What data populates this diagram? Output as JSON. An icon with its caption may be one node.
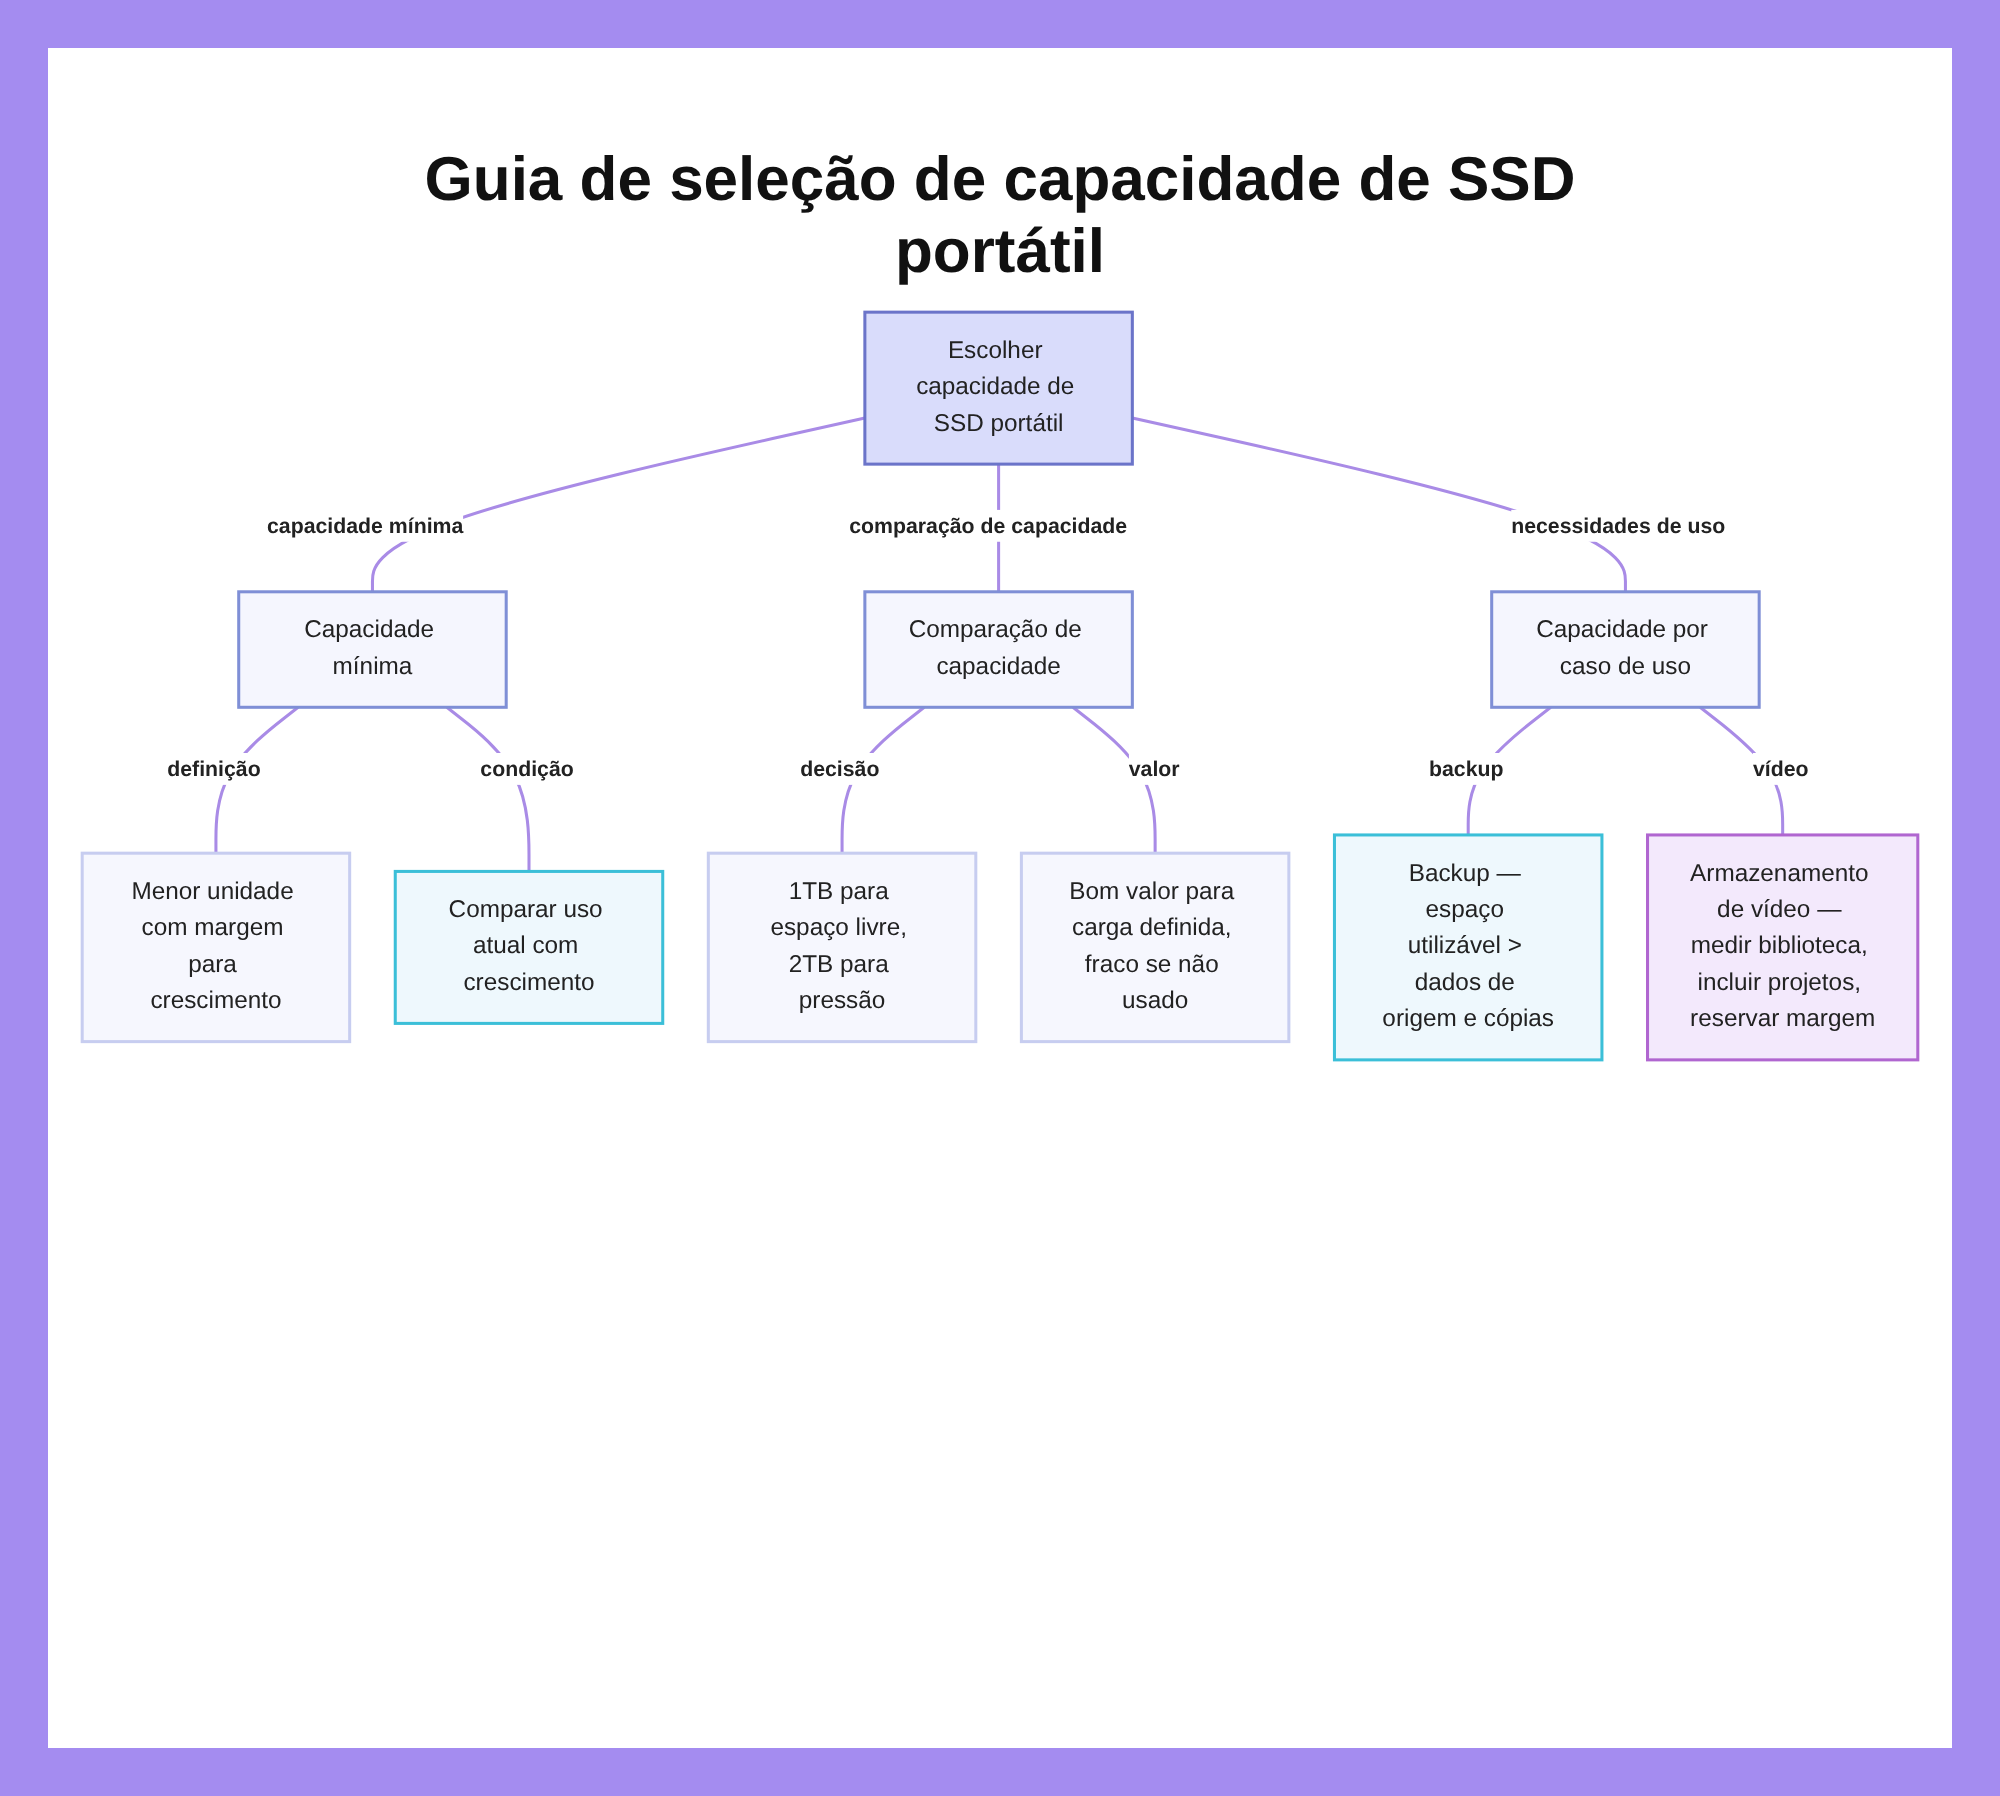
{
  "diagram": {
    "title": "Guia de seleção de capacidade de SSD portátil",
    "nodes": [
      {
        "text": [
          "Escolher capacidade de SSD portátil"
        ]
      },
      {
        "text": [
          "Capacidade mínima"
        ]
      },
      {
        "text": [
          "Comparação de capacidade"
        ]
      },
      {
        "text": [
          "Capacidade por caso de uso"
        ]
      },
      {
        "text": [
          "Menor unidade com margem para crescimento"
        ]
      },
      {
        "text": [
          "Comparar uso atual com crescimento"
        ]
      },
      {
        "text": [
          "1TB para espaço livre, 2TB para pressão"
        ]
      },
      {
        "text": [
          "Bom valor para carga definida, fraco se não usado"
        ]
      },
      {
        "text": [
          "Backup — espaço utilizável > dados de origem e cópias"
        ]
      },
      {
        "text": [
          "Armazenamento de vídeo — medir biblioteca, incluir projetos, reservar margem"
        ]
      }
    ],
    "edges": [
      {
        "from": 0,
        "to": 1,
        "arrow": "none",
        "label": "capacidade mínima"
      },
      {
        "from": 0,
        "to": 2,
        "arrow": "none",
        "label": "comparação de capacidade"
      },
      {
        "from": 0,
        "to": 3,
        "arrow": "none",
        "label": "necessidades de uso"
      },
      {
        "from": 1,
        "to": 4,
        "arrow": "none",
        "label": "definição"
      },
      {
        "from": 1,
        "to": 5,
        "arrow": "none",
        "label": "condição"
      },
      {
        "from": 2,
        "to": 6,
        "arrow": "none",
        "label": "decisão"
      },
      {
        "from": 2,
        "to": 7,
        "arrow": "none",
        "label": "valor"
      },
      {
        "from": 3,
        "to": 8,
        "arrow": "none",
        "label": "backup"
      },
      {
        "from": 3,
        "to": 9,
        "arrow": "none",
        "label": "vídeo"
      }
    ]
  }
}
